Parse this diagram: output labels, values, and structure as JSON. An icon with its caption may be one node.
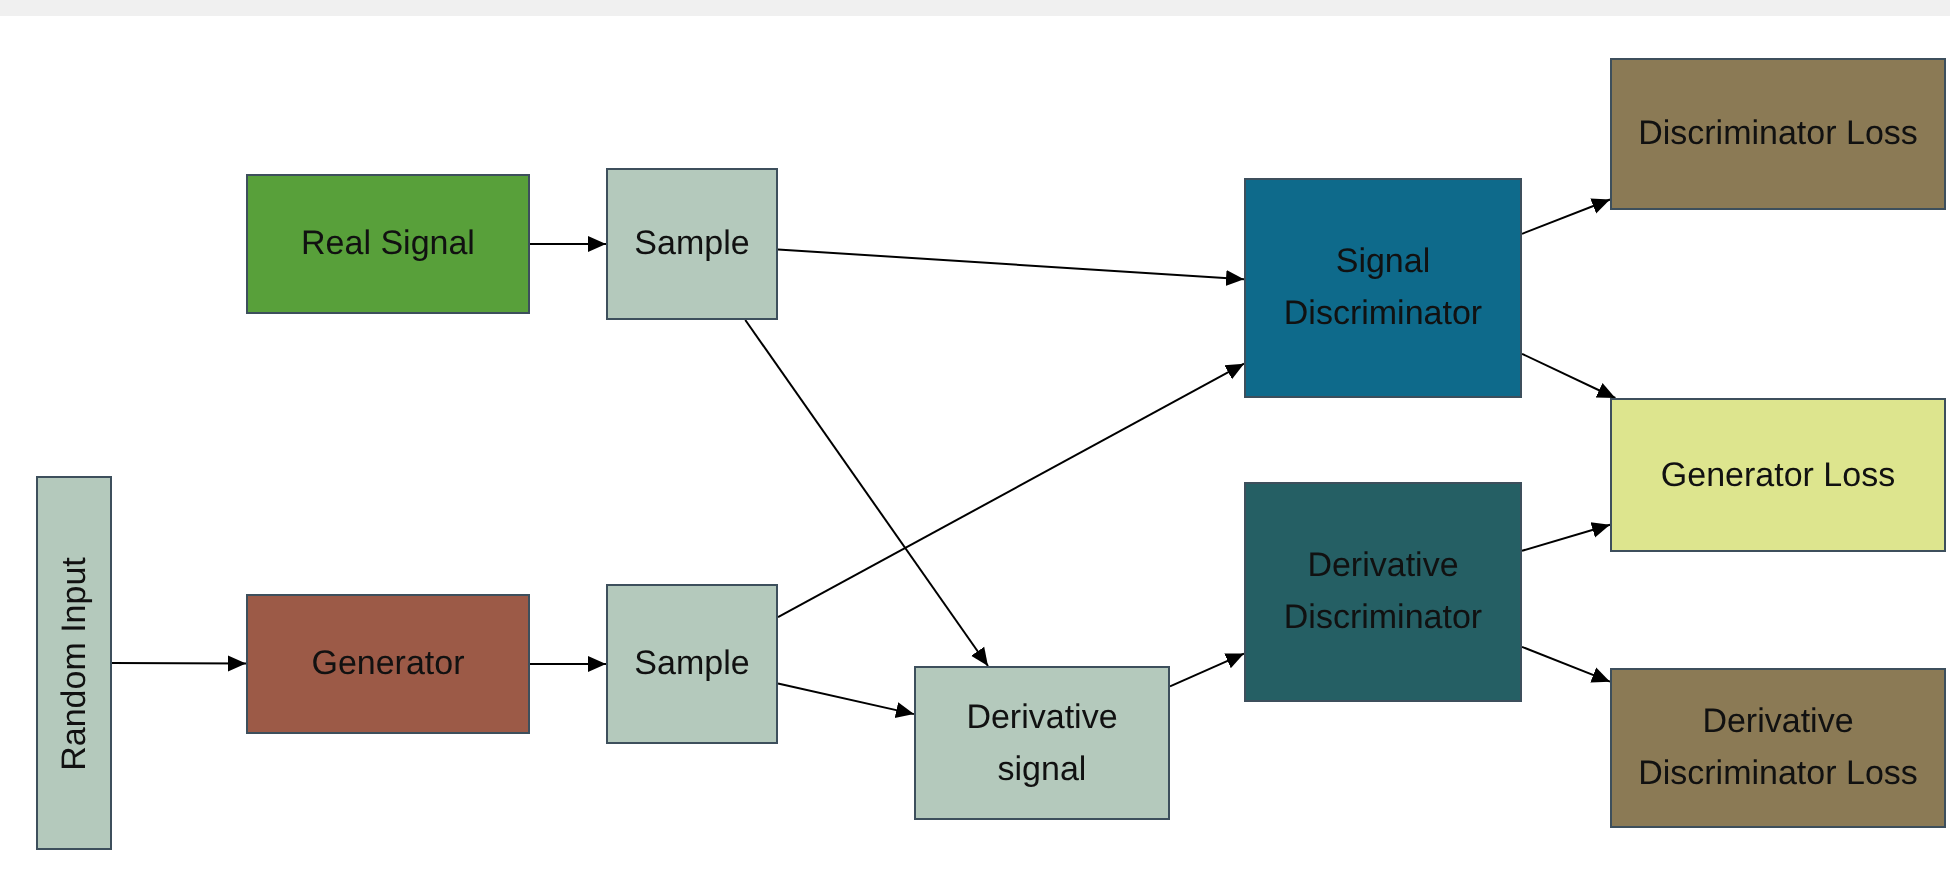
{
  "diagram": {
    "nodes": [
      {
        "text": [
          "Real Signal"
        ]
      },
      {
        "text": [
          "Sample"
        ]
      },
      {
        "text": [
          "Random Input"
        ]
      },
      {
        "text": [
          "Generator"
        ]
      },
      {
        "text": [
          "Sample"
        ]
      },
      {
        "text": [
          "Signal Discriminator"
        ]
      },
      {
        "text": [
          "Derivative Discriminator"
        ]
      },
      {
        "text": [
          "Derivative signal"
        ]
      },
      {
        "text": [
          "Discriminator Loss"
        ]
      },
      {
        "text": [
          "Generator Loss"
        ]
      },
      {
        "text": [
          "Derivative Discriminator Loss"
        ]
      }
    ],
    "edges": [
      {
        "from": 2,
        "to": 3,
        "arrow": "to"
      },
      {
        "from": 0,
        "to": 1,
        "arrow": "to"
      },
      {
        "from": 3,
        "to": 4,
        "arrow": "to"
      },
      {
        "from": 1,
        "to": 5,
        "arrow": "to"
      },
      {
        "from": 1,
        "to": 7,
        "arrow": "to"
      },
      {
        "from": 4,
        "to": 5,
        "arrow": "to"
      },
      {
        "from": 4,
        "to": 7,
        "arrow": "to"
      },
      {
        "from": 7,
        "to": 6,
        "arrow": "to"
      },
      {
        "from": 5,
        "to": 8,
        "arrow": "to"
      },
      {
        "from": 5,
        "to": 9,
        "arrow": "to"
      },
      {
        "from": 6,
        "to": 9,
        "arrow": "to"
      },
      {
        "from": 6,
        "to": 10,
        "arrow": "to"
      }
    ]
  }
}
